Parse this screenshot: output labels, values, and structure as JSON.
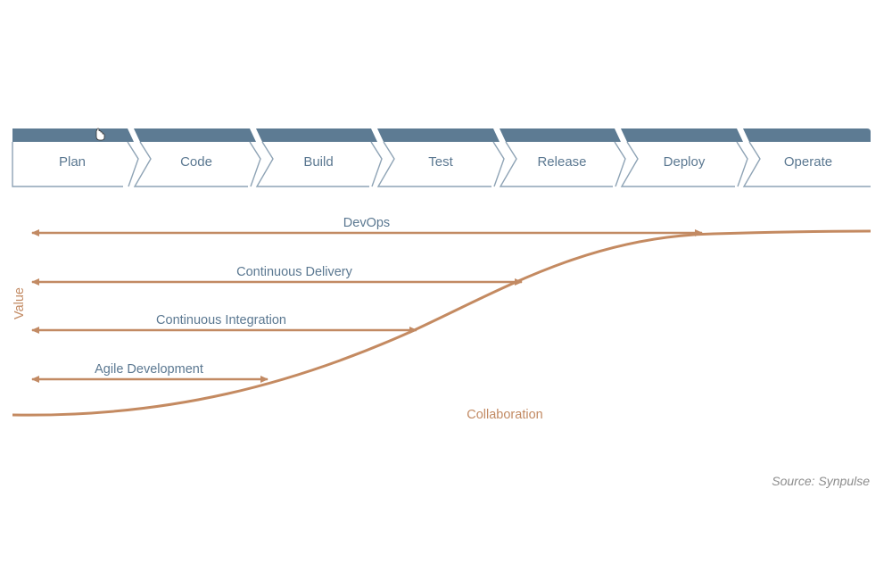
{
  "colors": {
    "stage_band": "#5d7b93",
    "stage_outline": "#8ea3b5",
    "stage_text": "#5b7891",
    "range_arrow": "#c28a63",
    "curve": "#c48a61",
    "source_text": "#8c8c8c"
  },
  "stages": [
    {
      "label": "Plan"
    },
    {
      "label": "Code"
    },
    {
      "label": "Build"
    },
    {
      "label": "Test"
    },
    {
      "label": "Release"
    },
    {
      "label": "Deploy"
    },
    {
      "label": "Operate"
    }
  ],
  "ranges": [
    {
      "label": "DevOps",
      "from_stage": "Plan",
      "to_stage": "Deploy"
    },
    {
      "label": "Continuous Delivery",
      "from_stage": "Plan",
      "to_stage": "Release"
    },
    {
      "label": "Continuous Integration",
      "from_stage": "Plan",
      "to_stage": "Test"
    },
    {
      "label": "Agile Development",
      "from_stage": "Plan",
      "to_stage": "Build"
    }
  ],
  "axes": {
    "y_label": "Value",
    "x_label": "Collaboration"
  },
  "source": "Source: Synpulse"
}
